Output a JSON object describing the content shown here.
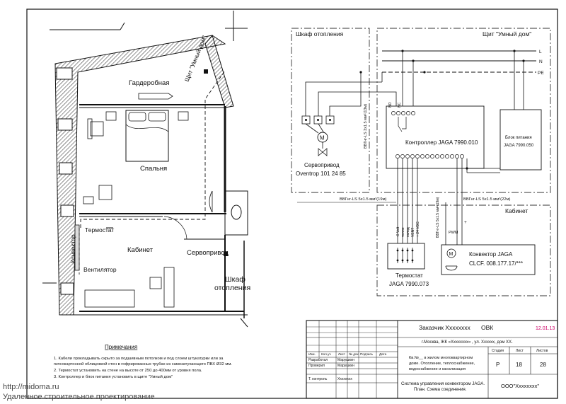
{
  "plan": {
    "rooms": {
      "wardrobe": "Гардеробная",
      "bedroom": "Спальня",
      "office": "Кабинет"
    },
    "smart_home_panel": "Щит \"Умный дом\"",
    "thermostat": "Термостат",
    "convector": "Конвектор",
    "fan": "Вентилятор",
    "servo": "Сервопривод",
    "heating_cabinet_line1": "Шкаф",
    "heating_cabinet_line2": "отопления"
  },
  "notes": {
    "title": "Примечания",
    "items": [
      "1.  Кабели прокладывать скрыто за подшивным потолком и под слоем штукатурки или за",
      "     гипсокартонной облицовкой стен в гофрированных трубах из самозатухающего ПВХ   Ø32 мм.",
      "2.  Термостат установить на стене на высоте от  250 до 400мм от уровня пола.",
      "3.  Контроллер и блок питания установить в щите  \"Умный дом\""
    ]
  },
  "scheme": {
    "heating_cabinet": "Шкаф отопления",
    "smart_home_panel": "Щит \"Умный дом\"",
    "bus_labels": [
      "L",
      "N",
      "PE"
    ],
    "servo_name": "Сервопривод",
    "servo_model": "Oventrop  101 24 85",
    "controller": "Контроллер  JAGA  7990.010",
    "psu_line1": "Блок питания",
    "psu_line2": "JAGA 7990.050",
    "office": "Кабинет",
    "thermostat_name": "Термостат",
    "thermostat_model": "JAGA 7990.073",
    "convector_name": "Конвектор  JAGA",
    "convector_model": "CLCF. 008.177.17/***",
    "cable_servo": "ВВГнг-LS 3х1.5 мм²(13м)",
    "cable_servo_wall": "ВВГнг-LS 3х1.5 мм²(13м)",
    "cable_thermostat": "ВВГнг-LS 5х1.5 мм²(19м)",
    "cable_psu": "ВВГнг-LS 5х1.5 мм²(22м)",
    "cable_convector": "ВВГнг-LS 5х1.5 мм²(19м)",
    "terminal_no": "NO",
    "terminal_nc": "NC",
    "thermostat_terminals": [
      "-0 Volt",
      "тепло",
      "холод",
      "VENT",
      "+ 24 VDC"
    ],
    "pwm": "PWM",
    "plus": "+"
  },
  "stamp": {
    "customer": "Заказчик Хххххххх",
    "section": "ОВК",
    "date": "12.01.13",
    "address": "г.Москва,  ЖК «Хххххххх» , ул. Хххххх, дом ХХ.",
    "headers": [
      "Изм.",
      "Кол.уч",
      "Лист",
      "№ док.",
      "Подпись",
      "Дата"
    ],
    "roles": [
      {
        "role": "Разработал",
        "name": "Марушкин"
      },
      {
        "role": "Проверил",
        "name": "Марушкин"
      },
      {
        "role": "",
        "name": ""
      },
      {
        "role": "Т. контроль",
        "name": "Хххххххх"
      }
    ],
    "object_line1": "Кв.№__ в жилом многоквартирном",
    "object_line2": "доме. Отопление, теплоснабжение,",
    "object_line3": "водоснабжение и канализация",
    "stage_header": "Стадия",
    "sheet_header": "Лист",
    "sheets_header": "Листов",
    "stage": "Р",
    "sheet": "18",
    "sheets": "28",
    "title_line1": "Система управления конвектором  JAGA.",
    "title_line2": "План.  Схема соединения.",
    "company": "ООО\"Хххххххх\""
  },
  "watermark": {
    "url": "http://midoma.ru",
    "caption": "Удаленное строительное проектирование"
  },
  "colors": {
    "line": "#111111",
    "dash": "#333333",
    "date": "#cc0066",
    "hatch": "#444444"
  }
}
